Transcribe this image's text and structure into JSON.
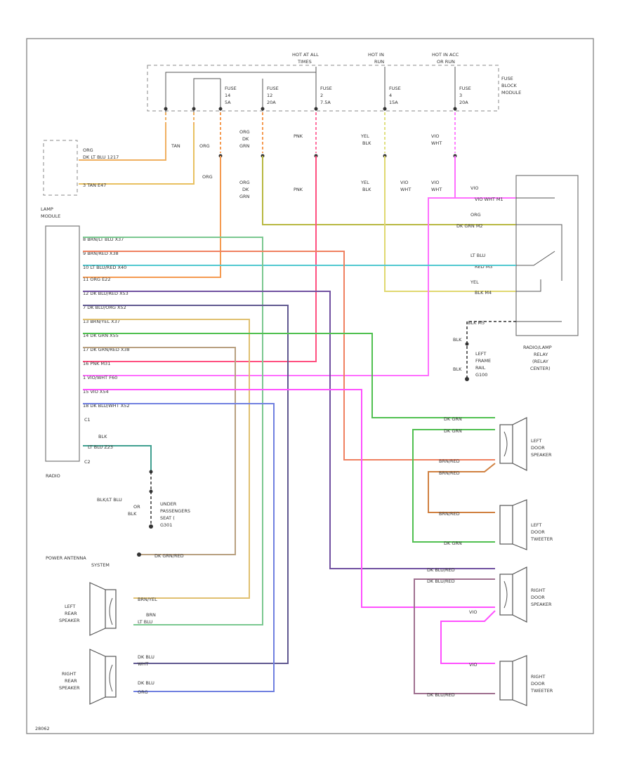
{
  "fuse_block": {
    "label": [
      "FUSE",
      "BLOCK",
      "MODULE"
    ],
    "hot_labels": [
      [
        "HOT AT ALL",
        "TIMES"
      ],
      [
        "HOT IN",
        "RUN"
      ],
      [
        "HOT IN ACC",
        "OR RUN"
      ]
    ],
    "fuses": [
      {
        "name": "FUSE",
        "num": "14",
        "rating": "5A"
      },
      {
        "name": "FUSE",
        "num": "12",
        "rating": "20A"
      },
      {
        "name": "FUSE",
        "num": "2",
        "rating": "7.5A"
      },
      {
        "name": "FUSE",
        "num": "4",
        "rating": "15A"
      },
      {
        "name": "FUSE",
        "num": "3",
        "rating": "20A"
      }
    ]
  },
  "components": {
    "lamp_module": [
      "LAMP",
      "MODULE"
    ],
    "radio": "RADIO",
    "c1": "C1",
    "c2": "C2",
    "power_antenna": [
      "POWER ANTENNA",
      "SYSTEM"
    ],
    "ground": [
      "UNDER",
      "PASSENGERS",
      "SEAT (",
      "G301"
    ],
    "relay": [
      "RADIO/LAMP",
      "RELAY",
      "(RELAY",
      "CENTER)"
    ],
    "left_rear_speaker": [
      "LEFT",
      "REAR",
      "SPEAKER"
    ],
    "right_rear_speaker": [
      "RIGHT",
      "REAR",
      "SPEAKER"
    ],
    "left_door_speaker": [
      "LEFT",
      "DOOR",
      "SPEAKER"
    ],
    "left_door_tweeter": [
      "LEFT",
      "DOOR",
      "TWEETER"
    ],
    "right_door_speaker": [
      "RIGHT",
      "DOOR",
      "SPEAKER"
    ],
    "right_door_tweeter": [
      "RIGHT",
      "DOOR",
      "TWEETER"
    ],
    "left_frame": [
      "LEFT",
      "FRAME",
      "RAIL",
      "G100"
    ]
  },
  "wire_labels": {
    "org_dk_lt_blu": [
      "ORG",
      "DK LT BLU  1217"
    ],
    "tan_line": "3    TAN  E47",
    "tan": "TAN",
    "org_v": "ORG",
    "org_dk_grn": [
      "ORG",
      "DK",
      "GRN"
    ],
    "pnk": "PNK",
    "yel_blk": [
      "YEL",
      "BLK"
    ],
    "vio_wht": [
      "VIO",
      "WHT"
    ],
    "blk": "BLK",
    "radio_pins": [
      "8  BRN/LT BLU   X37",
      "9  BRN/RED   X38",
      "10  LT BLU/RED  X40",
      "11  ORG  E22",
      "12  DK BLU/RED  X53",
      "7  DK BLU/ORG  X52",
      "13  BRN/YEL  X37",
      "14  DK GRN  X55",
      "17  DK GRN/RED  X38",
      "16  PNK  M31",
      "1  VIO/WHT  F60",
      "15  VIO  X54",
      "18  DK BLU/WHT  X52"
    ],
    "relay_pins": [
      "VIO  WHT  M1",
      "DK GRN  M2",
      "RED  M3",
      "BLK  M4",
      "BLK  M5"
    ],
    "relay_top": [
      "VIO",
      "ORG",
      "LT BLU",
      "YEL"
    ],
    "c2_wire": [
      "BLK",
      "LT BLU  Z23"
    ],
    "ground_wire": [
      "BLK/LT BLU",
      "OR",
      "BLK"
    ],
    "antenna_wire": "DK GRN/RED",
    "lrs": [
      "BRN/YEL",
      "BRN",
      "LT BLU"
    ],
    "rrs": [
      "DK BLU",
      "WHT",
      "DK BLU",
      "ORG"
    ],
    "lds": [
      "DK GRN",
      "DK GRN",
      "BRN/RED"
    ],
    "ldt": [
      "BRN/RED",
      "BRN/RED",
      "DK GRN"
    ],
    "rds": [
      "DK BLU/RED",
      "DK BLU/RED",
      "VIO"
    ],
    "rdt": [
      "VIO",
      "DK BLU/RED"
    ]
  },
  "footer_code": "28062"
}
